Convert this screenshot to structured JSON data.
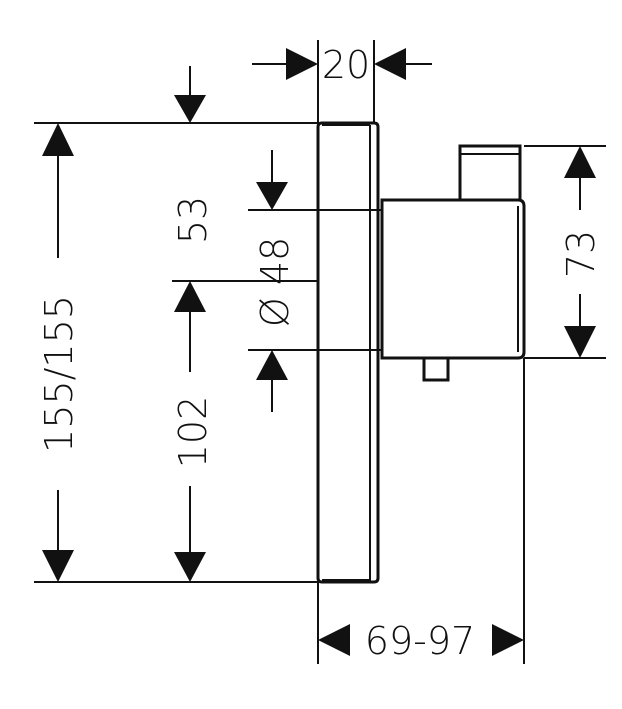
{
  "dimensions": {
    "depth_plate": "20",
    "total_height": "155/155",
    "upper_offset": "53",
    "lower_offset": "102",
    "diameter": "Ø 48",
    "body_height": "73",
    "projection": "69-97"
  },
  "colors": {
    "line": "#111111",
    "background": "#ffffff"
  }
}
